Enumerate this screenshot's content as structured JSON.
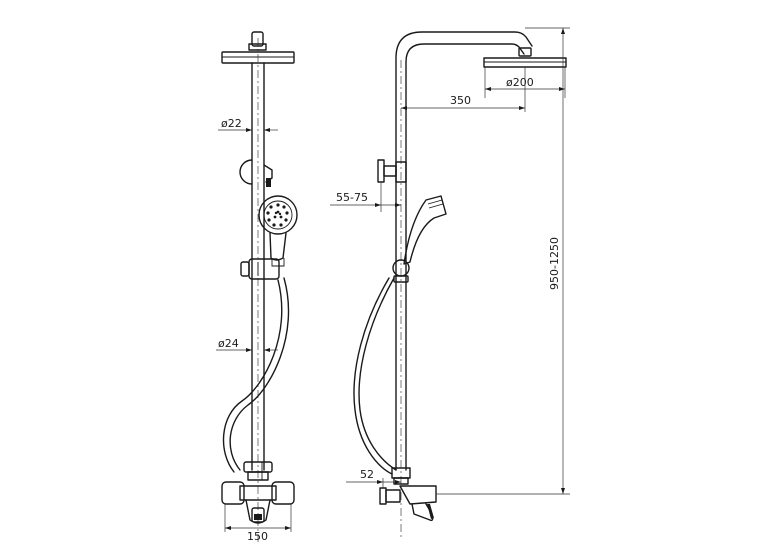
{
  "dimensions": {
    "front_pipe_upper": "ø22",
    "front_pipe_lower": "ø24",
    "front_width": "150",
    "head_diameter": "ø200",
    "arm_reach": "350",
    "wall_offset": "55-75",
    "valve_offset": "52",
    "height_range": "950-1250"
  },
  "colors": {
    "line": "#1a1a1a",
    "background": "#ffffff"
  }
}
